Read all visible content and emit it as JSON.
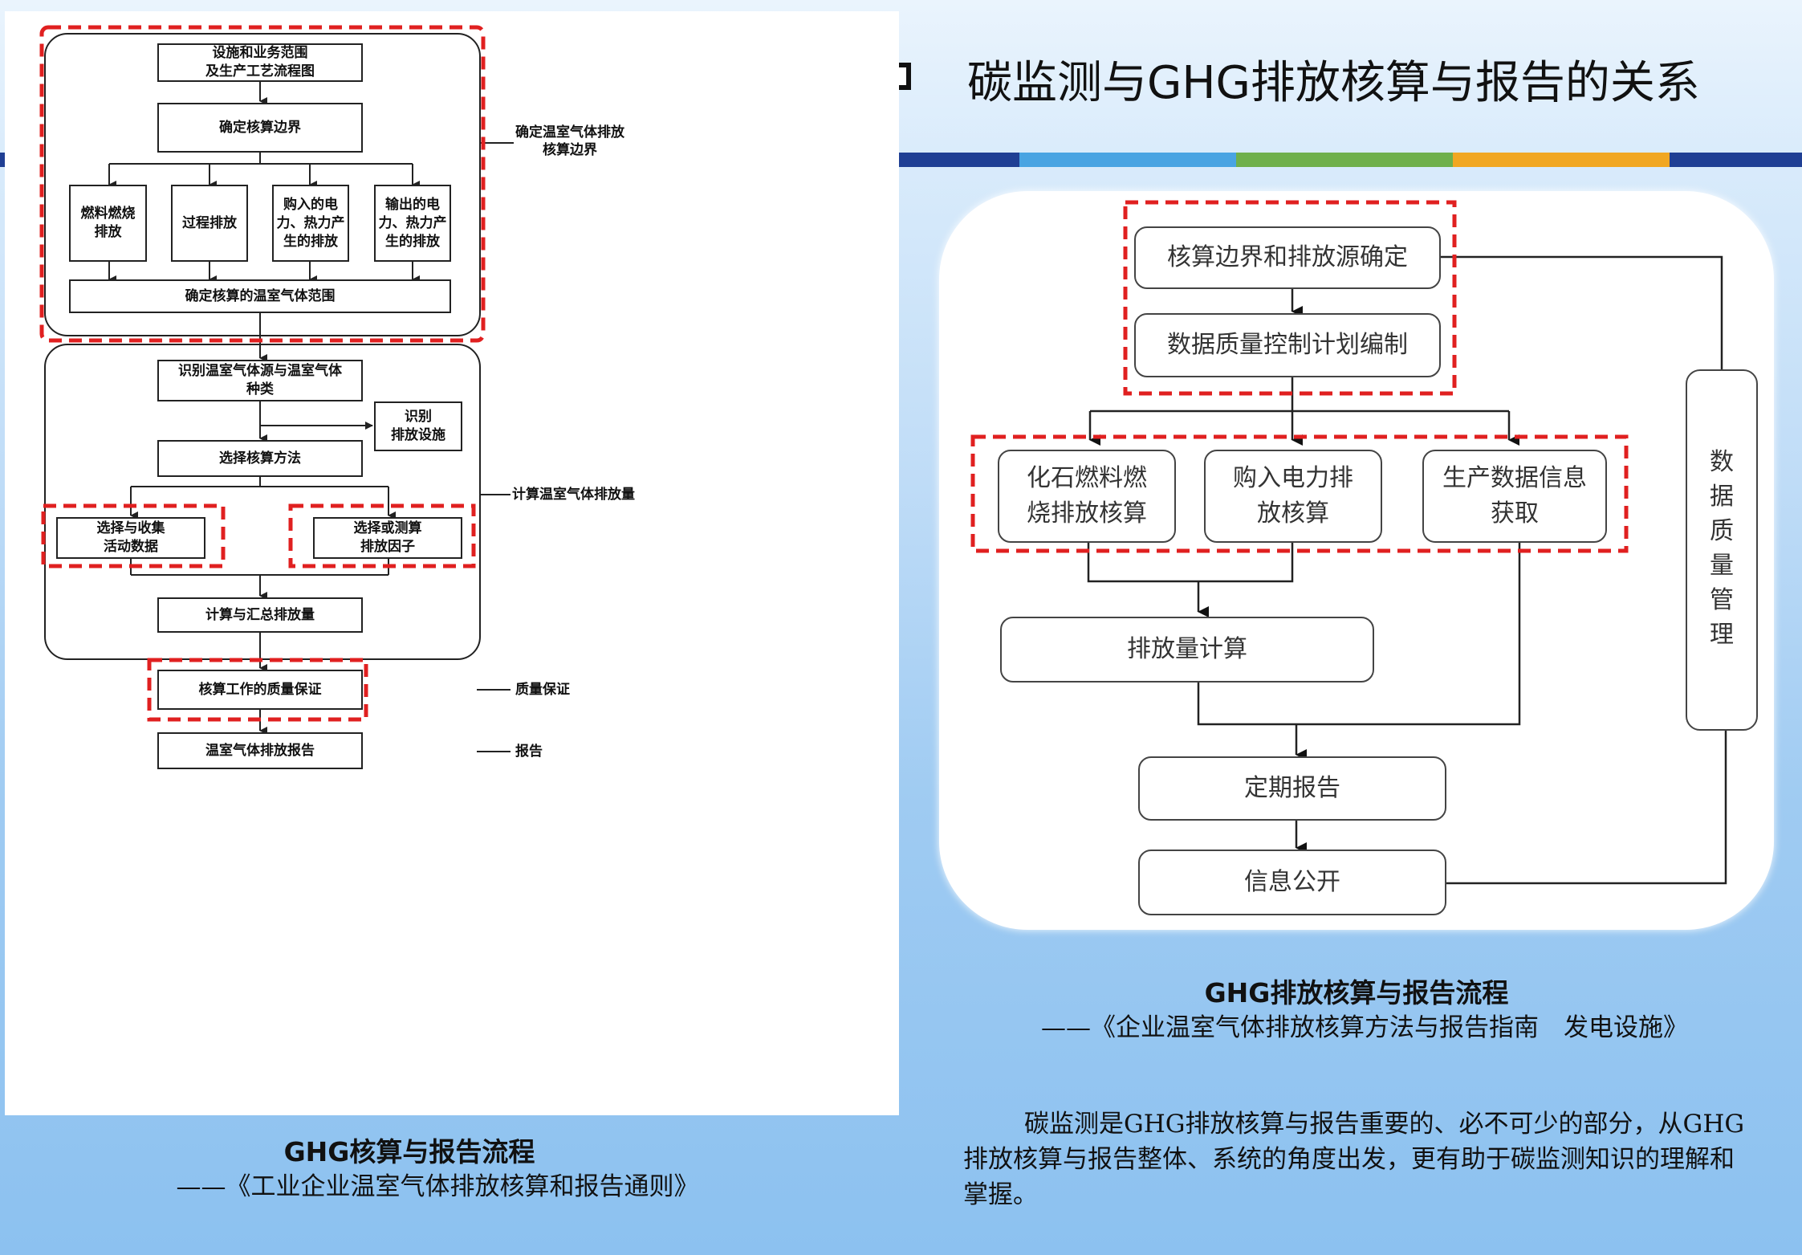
{
  "title": "碳监测与GHG排放核算与报告的关系",
  "stripe_colors": [
    "#1f3f94",
    "#49a4e2",
    "#6fb04b",
    "#f1a722",
    "#1f3f94"
  ],
  "left_diagram": {
    "boxes": {
      "scope": "设施和业务范围\n及生产工艺流程图",
      "boundary": "确定核算边界",
      "fuel": "燃料燃烧\n排放",
      "process": "过程排放",
      "purchased": "购入的电\n力、热力产\n生的排放",
      "exported": "输出的电\n力、热力产\n生的排放",
      "ghg_range": "确定核算的温室气体范围",
      "identify_sources": "识别温室气体源与温室气体\n种类",
      "identify_facilities": "识别\n排放设施",
      "select_method": "选择核算方法",
      "activity_data": "选择与收集\n活动数据",
      "emission_factor": "选择或测算\n排放因子",
      "calc_total": "计算与汇总排放量",
      "qa": "核算工作的质量保证",
      "report": "温室气体排放报告"
    },
    "annotations": {
      "boundary": "确定温室气体排放\n核算边界",
      "calc": "计算温室气体排放量",
      "qa": "质量保证",
      "report": "报告"
    }
  },
  "left_caption": {
    "title": "GHG核算与报告流程",
    "source": "——《工业企业温室气体排放核算和报告通则》"
  },
  "right_diagram": {
    "boxes": {
      "boundary": "核算边界和排放源确定",
      "qc_plan": "数据质量控制计划编制",
      "fossil": "化石燃料燃\n烧排放核算",
      "electricity": "购入电力排\n放核算",
      "production": "生产数据信息\n获取",
      "emission_calc": "排放量计算",
      "periodic_report": "定期报告",
      "disclosure": "信息公开",
      "data_quality": "数\n据\n质\n量\n管\n理"
    }
  },
  "right_caption": {
    "title": "GHG排放核算与报告流程",
    "source": "——《企业温室气体排放核算方法与报告指南　发电设施》"
  },
  "description": "碳监测是GHG排放核算与报告重要的、必不可少的部分，从GHG排放核算与报告整体、系统的角度出发，更有助于碳监测知识的理解和掌握。"
}
